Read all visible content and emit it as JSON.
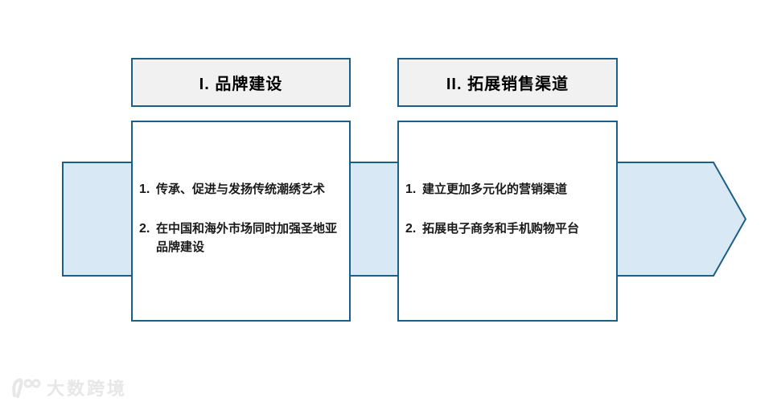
{
  "diagram": {
    "columns": [
      {
        "header": "I. 品牌建设",
        "items": [
          {
            "num": "1.",
            "text": "传承、促进与发扬传统潮绣艺术"
          },
          {
            "num": "2.",
            "text": "在中国和海外市场同时加强圣地亚品牌建设"
          }
        ]
      },
      {
        "header": "II. 拓展销售渠道",
        "items": [
          {
            "num": "1.",
            "text": "建立更加多元化的营销渠道"
          },
          {
            "num": "2.",
            "text": "拓展电子商务和手机购物平台"
          }
        ]
      }
    ],
    "colors": {
      "border": "#1a5f88",
      "arrow_fill": "#d9e8f5",
      "header_fill": "#f0f1f0",
      "text": "#1a1a1a"
    }
  },
  "watermark": {
    "logo_icon": "dashu-kuajing-logo",
    "text": "大数跨境"
  }
}
